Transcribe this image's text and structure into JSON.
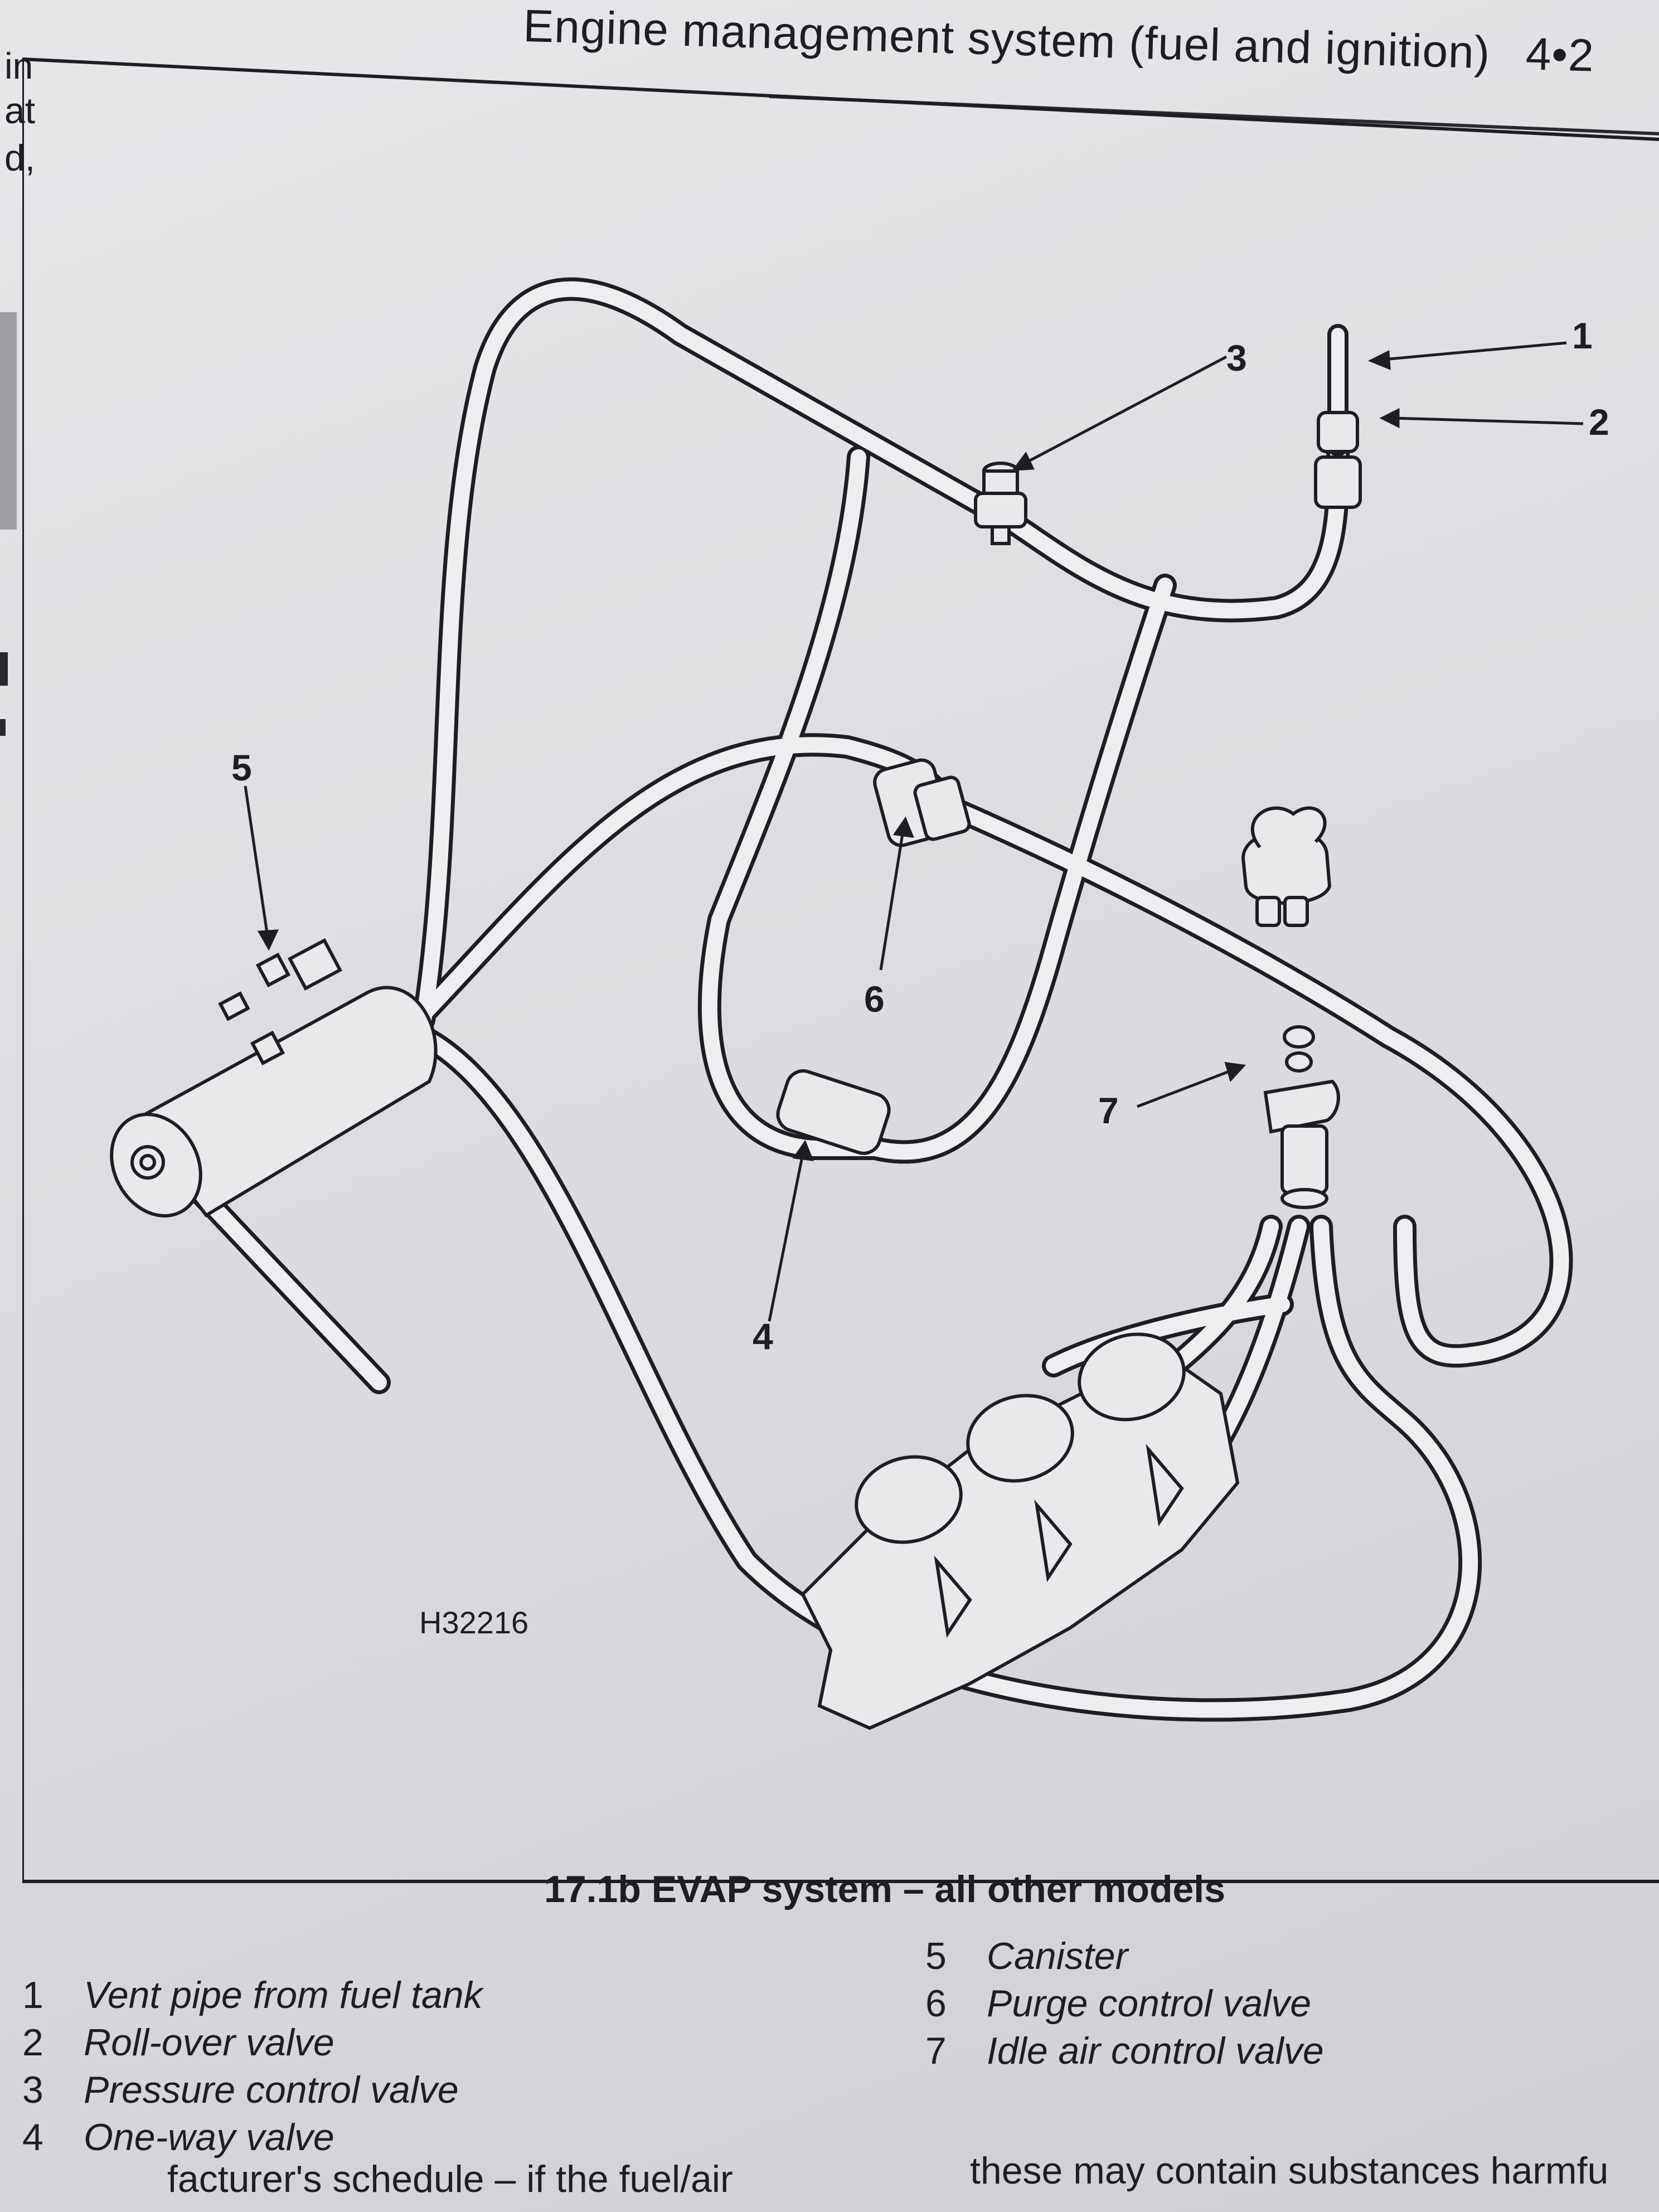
{
  "header": {
    "title": "Engine management system (fuel and ignition)",
    "page_ref": "4•2"
  },
  "margin": {
    "fragments": [
      "in",
      "at",
      "d,"
    ]
  },
  "figure": {
    "ref_code": "H32216",
    "callouts": [
      "1",
      "2",
      "3",
      "4",
      "5",
      "6",
      "7"
    ]
  },
  "caption": "17.1b  EVAP system – all other models",
  "legend": {
    "left": [
      {
        "num": "1",
        "text": "Vent pipe from fuel tank"
      },
      {
        "num": "2",
        "text": "Roll-over valve"
      },
      {
        "num": "3",
        "text": "Pressure control valve"
      },
      {
        "num": "4",
        "text": "One-way valve"
      }
    ],
    "right": [
      {
        "num": "5",
        "text": "Canister"
      },
      {
        "num": "6",
        "text": "Purge control valve"
      },
      {
        "num": "7",
        "text": "Idle air control valve"
      }
    ]
  },
  "body_text": {
    "left_fragment": "facturer's schedule – if the fuel/air",
    "right_fragment": "these may contain substances harmfu"
  }
}
